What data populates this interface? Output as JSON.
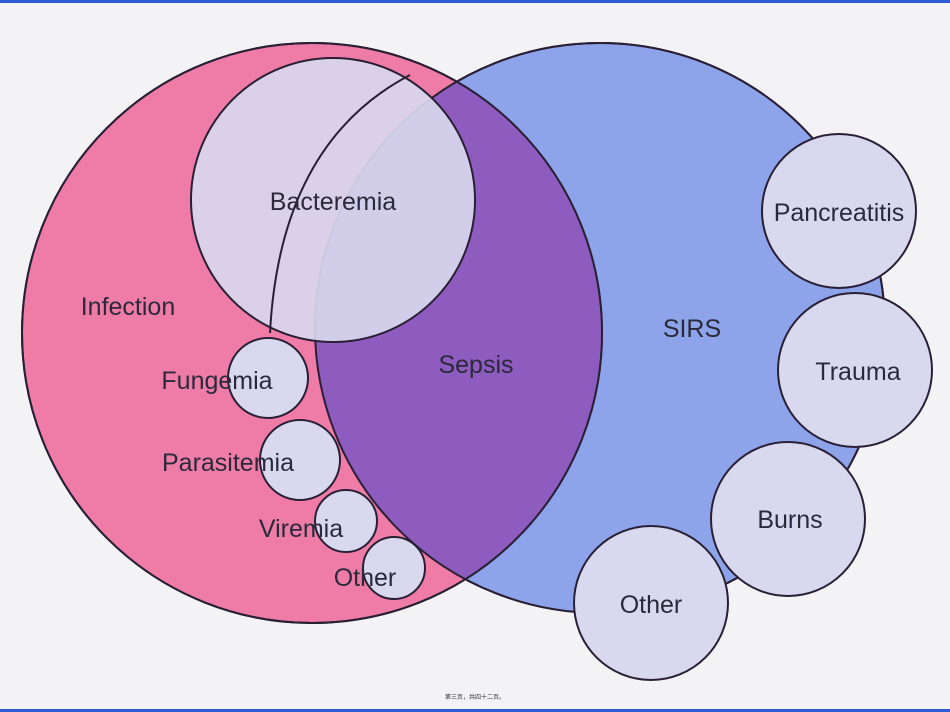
{
  "diagram": {
    "labels": {
      "infection": "Infection",
      "sirs": "SIRS",
      "sepsis": "Sepsis",
      "bacteremia": "Bacteremia",
      "fungemia": "Fungemia",
      "parasitemia": "Parasitemia",
      "viremia": "Viremia",
      "other_infection": "Other",
      "pancreatitis": "Pancreatitis",
      "trauma": "Trauma",
      "burns": "Burns",
      "other_sirs": "Other"
    },
    "colors": {
      "infection": "#ef7ca6",
      "sirs": "#8da3ea",
      "sepsis": "#8e5bbf",
      "subcircle": "#d8d8ee",
      "outline": "#2a2036",
      "background": "#f3f3f5",
      "border": "#2d5bd6"
    }
  },
  "footer": {
    "text": "第三页，共四十二页。"
  }
}
